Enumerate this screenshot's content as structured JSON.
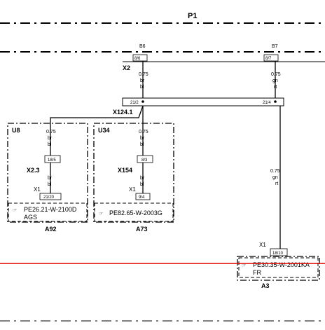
{
  "bus": {
    "label": "P1"
  },
  "pins": {
    "left": "B6",
    "right": "B7",
    "left_sub": "8/6",
    "right_sub": "8/7"
  },
  "connector_x2": {
    "label": "X2"
  },
  "wires": {
    "top_left": {
      "gauge": "0.75",
      "c1": "br",
      "c2": "bl"
    },
    "top_right": {
      "gauge": "0.75",
      "c1": "gn",
      "c2": "rt"
    },
    "u8_wire": {
      "gauge": "0.75",
      "c1": "br",
      "c2": "bl"
    },
    "u8_wire2": {
      "c1": "br",
      "c2": "bl"
    },
    "u34_wire": {
      "gauge": "0.75",
      "c1": "br",
      "c2": "bl"
    },
    "u34_wire2": {
      "c1": "br",
      "c2": "bl"
    },
    "fr_wire": {
      "gauge": "0.75",
      "c1": "gn",
      "c2": "rt"
    }
  },
  "splice": {
    "label": "X124.1",
    "pin_left": "21/2",
    "pin_right": "21/4"
  },
  "modules": [
    {
      "id": "U8",
      "connector": "X2.3",
      "connector_pin": "18/5",
      "x1": "X1",
      "x1_pin": "21/20",
      "ref": "PE26.21-W-2100D",
      "name": "AGS",
      "label": "A92"
    },
    {
      "id": "U34",
      "connector": "X154",
      "connector_pin": "8/3",
      "x1": "X1",
      "x1_pin": "9/4",
      "ref": "PE82.65-W-2003G",
      "name": "",
      "label": "A73"
    }
  ],
  "fr_module": {
    "x1": "X1",
    "x1_pin": "18/10",
    "ref": "PE30.35-W-2001KA",
    "name": "FR",
    "label": "A3"
  },
  "colors": {
    "line": "#000000",
    "marker": "#e00000"
  }
}
